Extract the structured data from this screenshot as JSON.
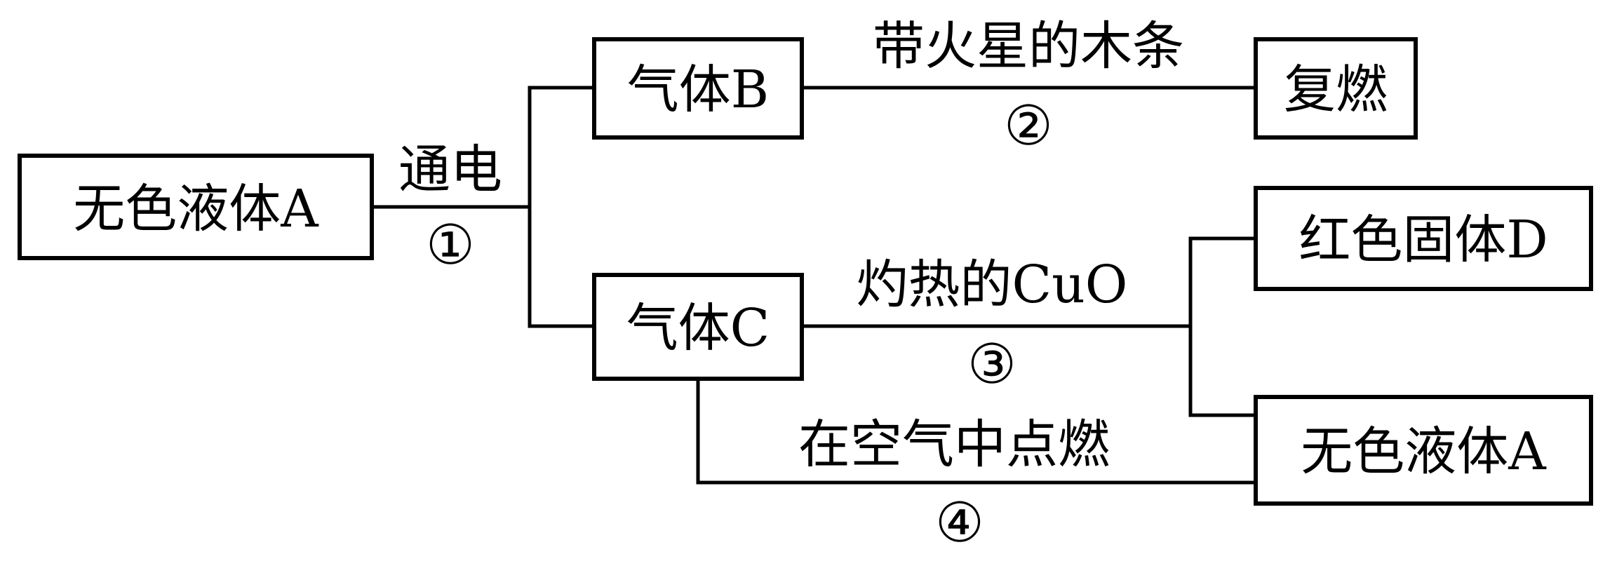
{
  "nodes": {
    "liquid_a_left": "无色液体A",
    "gas_b": "气体B",
    "gas_c": "气体C",
    "relight": "复燃",
    "red_solid_d": "红色固体D",
    "liquid_a_right": "无色液体A"
  },
  "edges": {
    "electrolysis": {
      "label": "通电",
      "step": "①"
    },
    "glowing_splint": {
      "label": "带火星的木条",
      "step": "②"
    },
    "hot_cuo": {
      "label": "灼热的CuO",
      "step": "③"
    },
    "burn_in_air": {
      "label": "在空气中点燃",
      "step": "④"
    }
  }
}
